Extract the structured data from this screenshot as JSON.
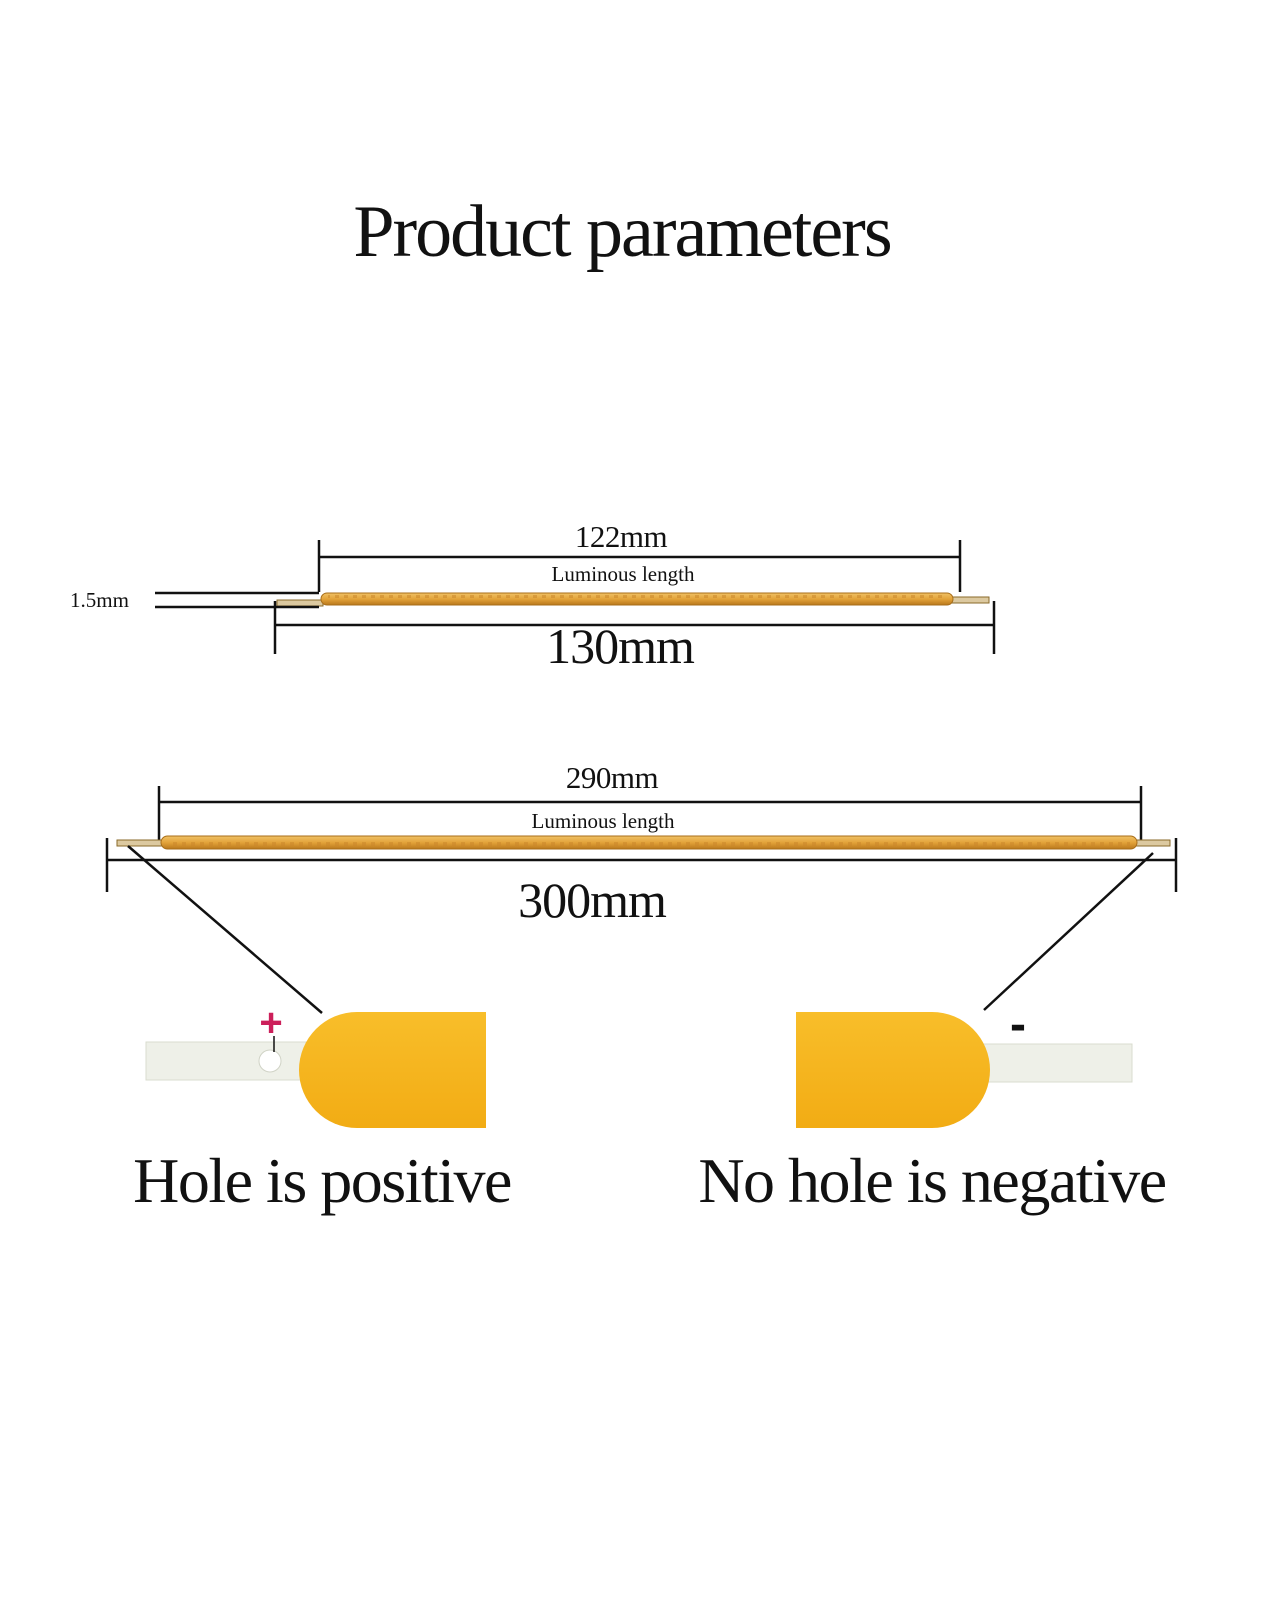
{
  "title": "Product parameters",
  "colors": {
    "strip": "#e3a83a",
    "strip_edge": "#b9781c",
    "strip_pattern": "#c9862a",
    "pad": "#f5b61f",
    "wire": "#eef0e8",
    "plus": "#cc1f5a",
    "line": "#111111"
  },
  "strip_short": {
    "luminous_length_value": "122mm",
    "luminous_length_label": "Luminous length",
    "total_length_value": "130mm",
    "thickness_value": "1.5mm"
  },
  "strip_long": {
    "luminous_length_value": "290mm",
    "luminous_length_label": "Luminous length",
    "total_length_value": "300mm"
  },
  "polarity": {
    "positive_symbol": "+",
    "negative_symbol": "-",
    "positive_caption": "Hole is positive",
    "negative_caption": "No hole is negative"
  }
}
